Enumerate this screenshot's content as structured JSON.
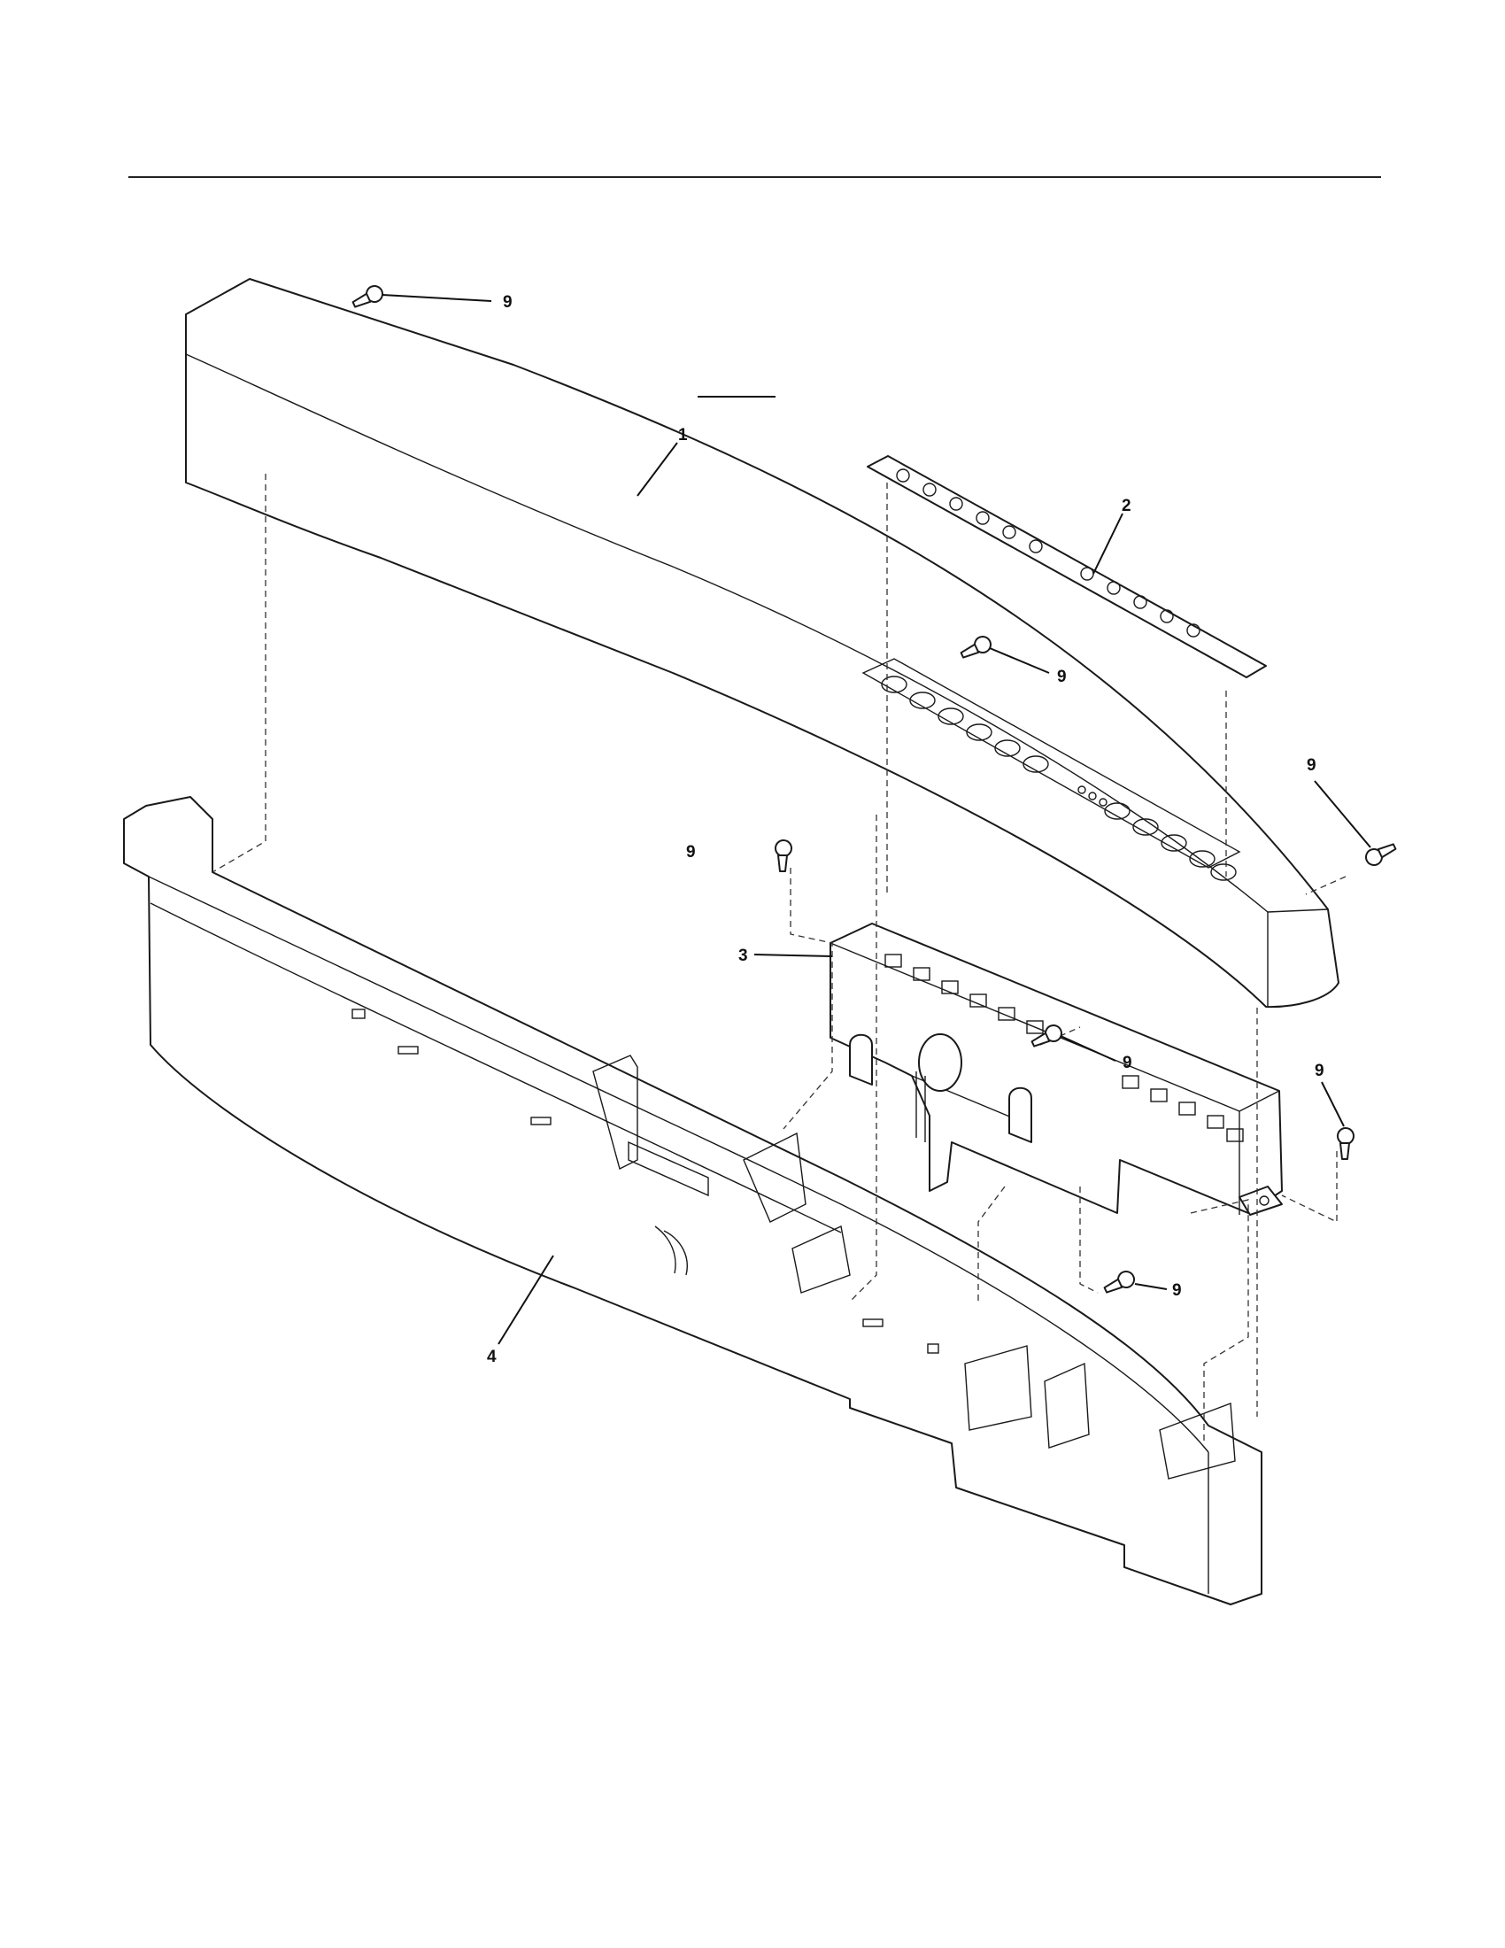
{
  "diagram": {
    "callouts": {
      "panel": "1",
      "overlay": "2",
      "control_board": "3",
      "inner_panel": "4",
      "screw": "9"
    }
  }
}
